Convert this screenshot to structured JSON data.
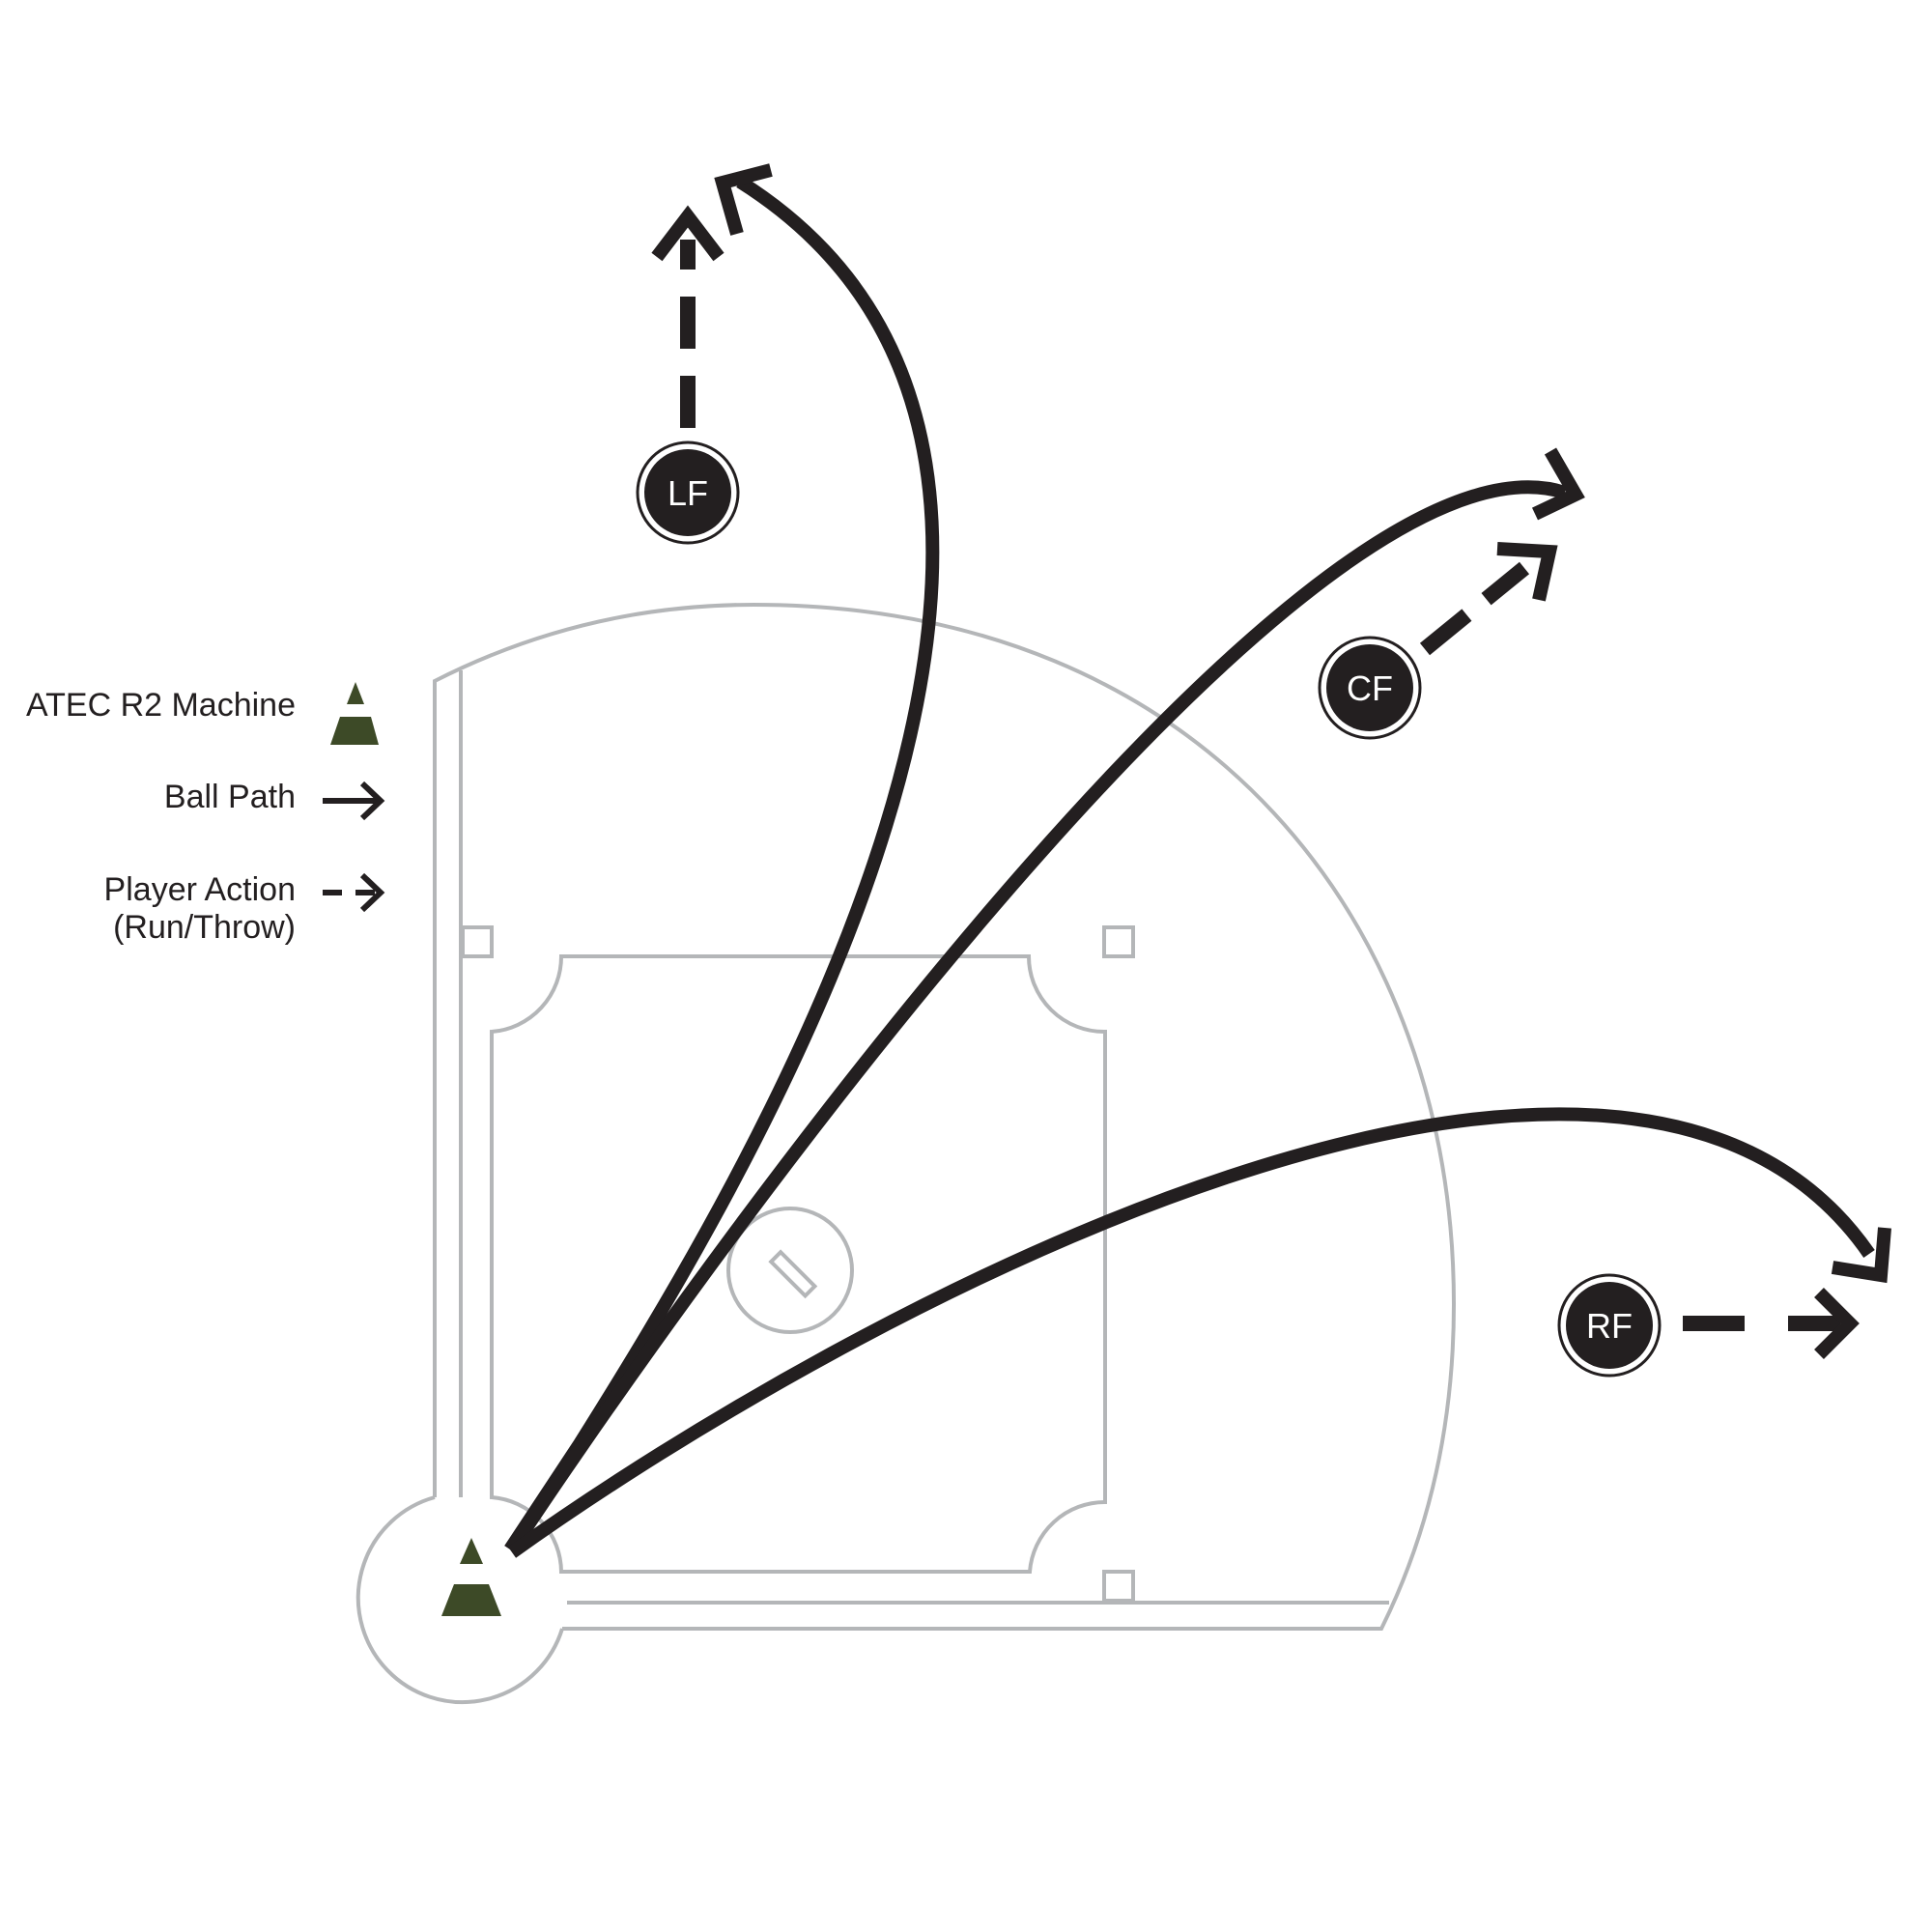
{
  "legend": {
    "machine_label": "ATEC R2 Machine",
    "ball_path_label": "Ball Path",
    "player_action_label": "Player Action",
    "player_action_sub": "(Run/Throw)",
    "machine_icon": "triangle-machine-icon",
    "ball_path_icon": "solid-arrow-icon",
    "player_action_icon": "dashed-arrow-icon"
  },
  "players": {
    "lf": "LF",
    "cf": "CF",
    "rf": "RF"
  },
  "colors": {
    "field_lines": "#b4b6b8",
    "path_ink": "#231f20",
    "machine_olive": "#3d4a27",
    "player_circle": "#231f20"
  }
}
